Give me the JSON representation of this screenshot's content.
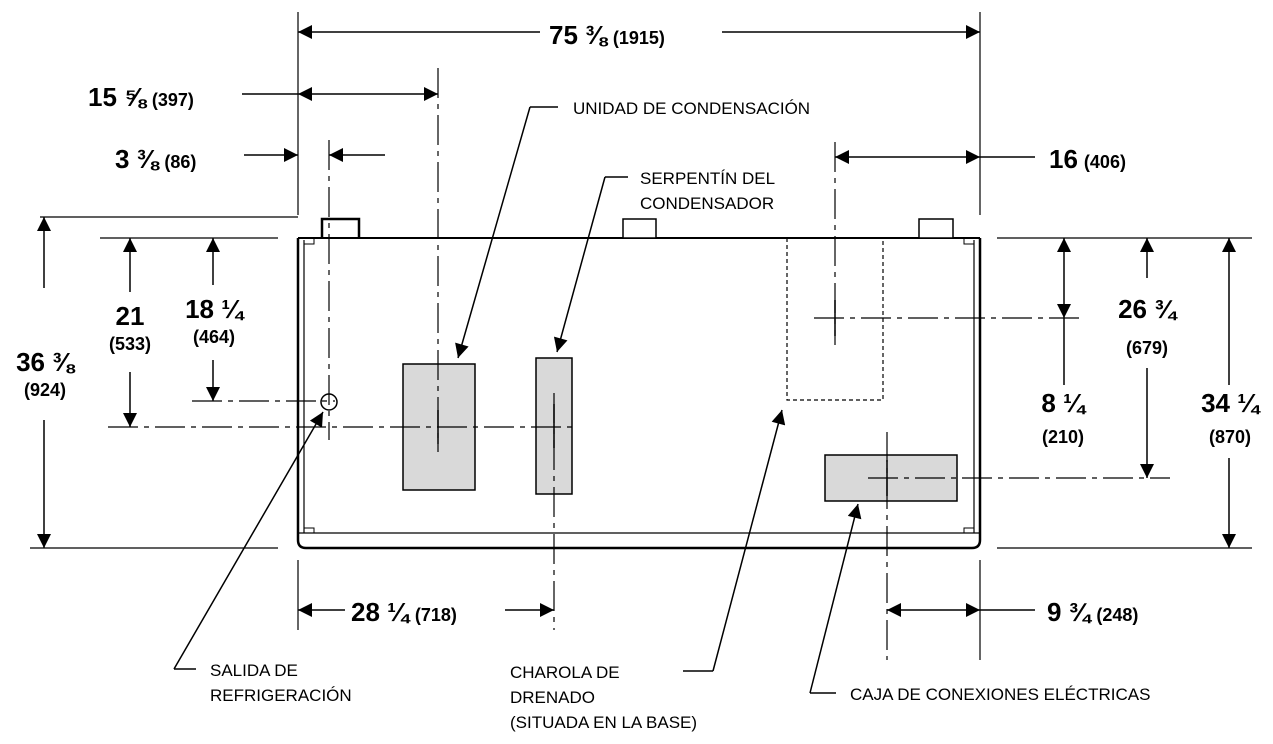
{
  "dimensions": {
    "overall_width": {
      "main": "75 ⅜",
      "metric": "(1915)"
    },
    "condensing_unit_offset": {
      "main": "15 ⅝",
      "metric": "(397)"
    },
    "refrigerant_offset": {
      "main": "3 ⅜",
      "metric": "(86)"
    },
    "right_offset": {
      "main": "16",
      "metric": "(406)"
    },
    "coil_offset": {
      "main": "28 ¼",
      "metric": "(718)"
    },
    "junction_offset": {
      "main": "9 ¾",
      "metric": "(248)"
    },
    "overall_height": {
      "main": "36 ⅜",
      "metric": "(924)"
    },
    "refrigerant_depth_21": {
      "main": "21",
      "metric": "(533)"
    },
    "refrigerant_depth_18": {
      "main": "18 ¼",
      "metric": "(464)"
    },
    "right_depth_26": {
      "main": "26 ¾",
      "metric": "(679)"
    },
    "right_depth_8": {
      "main": "8 ¼",
      "metric": "(210)"
    },
    "body_height": {
      "main": "34 ¼",
      "metric": "(870)"
    }
  },
  "labels": {
    "condensing_unit": "UNIDAD DE CONDENSACIÓN",
    "condenser_coil_1": "SERPENTÍN DEL",
    "condenser_coil_2": "CONDENSADOR",
    "refrigerant_outlet_1": "SALIDA DE",
    "refrigerant_outlet_2": "REFRIGERACIÓN",
    "drain_pan_1": "CHAROLA DE",
    "drain_pan_2": "DRENADO",
    "drain_pan_3": "(SITUADA EN LA BASE)",
    "junction_box": "CAJA DE CONEXIONES ELÉCTRICAS"
  },
  "colors": {
    "line": "#000000",
    "component_fill": "#d9d9d9",
    "background": "#ffffff"
  }
}
